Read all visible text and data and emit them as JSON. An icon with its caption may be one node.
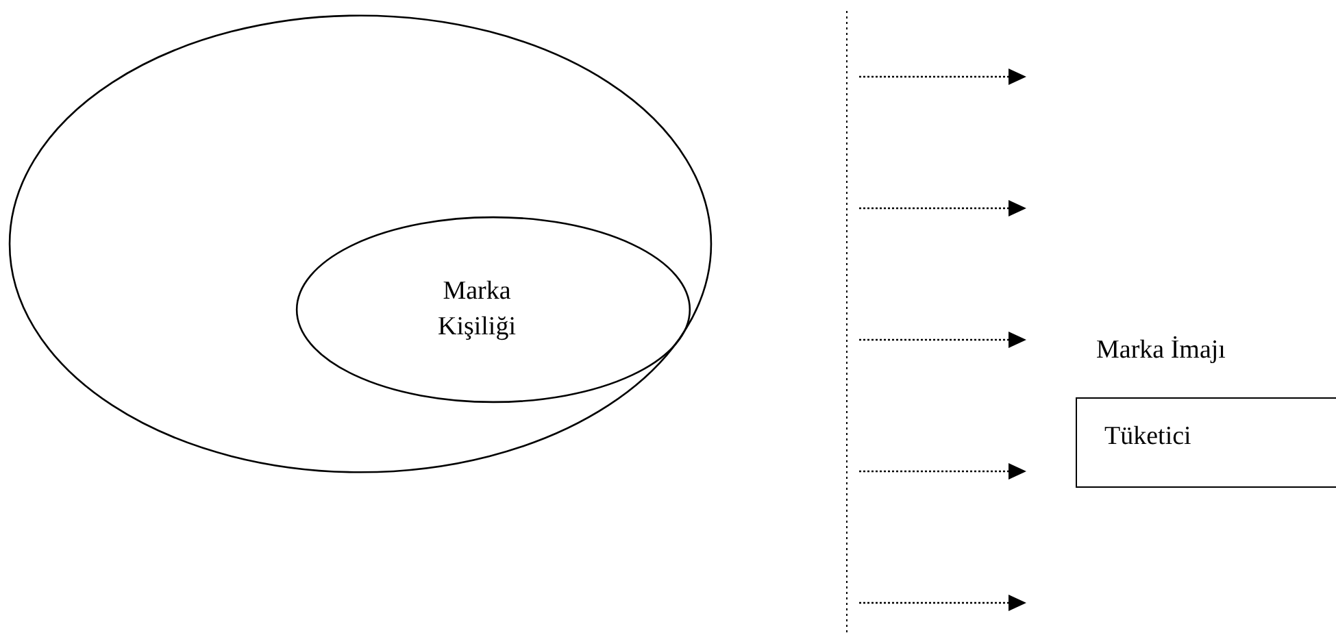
{
  "diagram": {
    "nodes": [
      {
        "text": [],
        "shape": "ellipse"
      },
      {
        "text": [
          "Marka Kişiliği"
        ],
        "in": 0
      },
      {
        "text": [
          "Marka İmajı",
          "Tüketici"
        ]
      }
    ]
  }
}
